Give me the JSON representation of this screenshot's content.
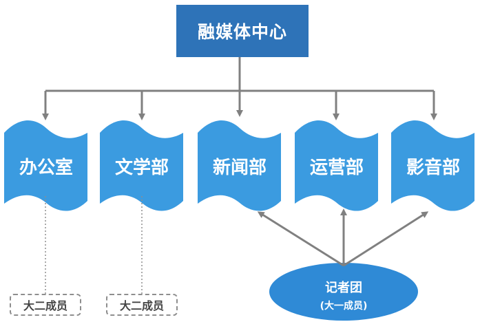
{
  "diagram": {
    "root": {
      "label": "融媒体中心"
    },
    "departments": [
      {
        "label": "办公室"
      },
      {
        "label": "文学部"
      },
      {
        "label": "新闻部"
      },
      {
        "label": "运营部"
      },
      {
        "label": "影音部"
      }
    ],
    "members": [
      {
        "label": "大二成员"
      },
      {
        "label": "大二成员"
      }
    ],
    "press_corps": {
      "label": "记者团",
      "sublabel": "(大一成员)"
    },
    "colors": {
      "root_fill": "#2e73b8",
      "dept_fill": "#3b9be0",
      "press_fill": "#2f8ad6",
      "arrow": "#808080",
      "dashed": "#8e8e8e"
    }
  }
}
